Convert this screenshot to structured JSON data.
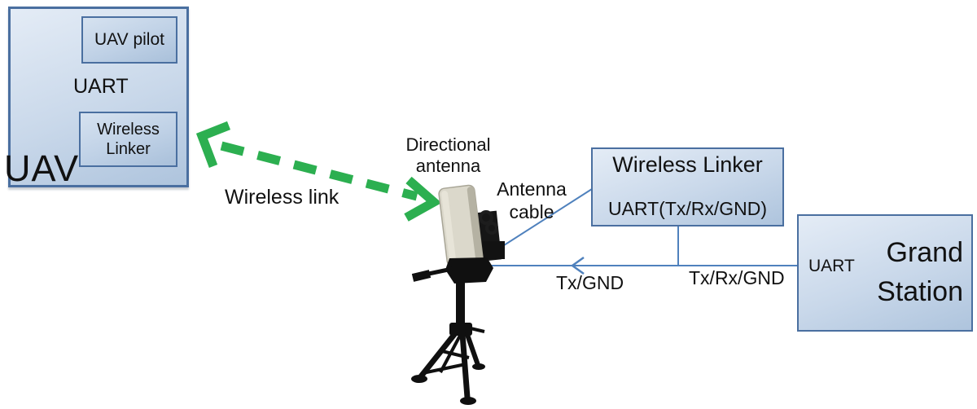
{
  "colors": {
    "box_border": "#4a6fa0",
    "box_fill_light": "#e4ecf6",
    "box_fill_dark": "#aec4dd",
    "connector_blue": "#4f81bd",
    "wireless_link_green": "#2caf50",
    "text": "#111111"
  },
  "uav": {
    "label": "UAV",
    "pilot_label": "UAV pilot",
    "uart_label": "UART",
    "linker_label": "Wireless\nLinker"
  },
  "wireless_link_label": "Wireless link",
  "antenna": {
    "label": "Directional\nantenna",
    "cable_label": "Antenna\ncable"
  },
  "ground_linker": {
    "title": "Wireless Linker",
    "uart_label": "UART(Tx/Rx/GND)"
  },
  "ground_station": {
    "uart_label": "UART",
    "title": "Grand Station"
  },
  "cable_labels": {
    "tx_gnd": "Tx/GND",
    "tx_rx_gnd": "Tx/Rx/GND"
  }
}
